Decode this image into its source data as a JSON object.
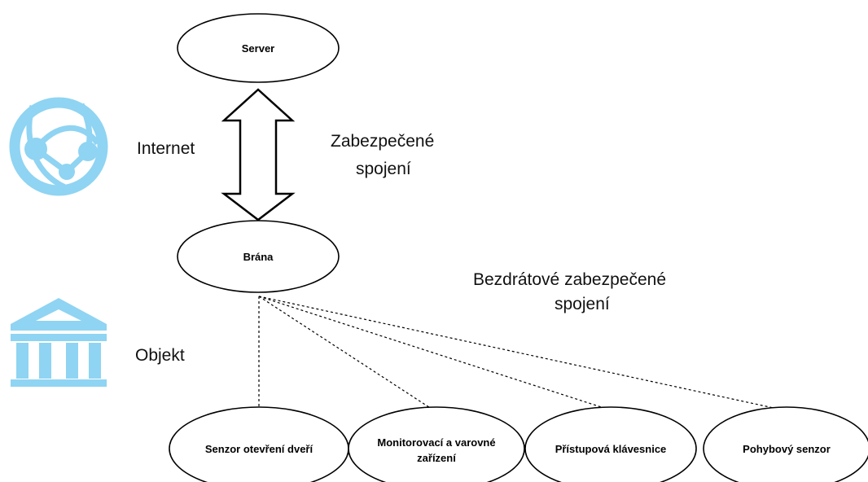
{
  "diagram": {
    "colors": {
      "icon": "#8fd4f2",
      "stroke": "#000000",
      "text": "#111111"
    },
    "icons": {
      "internet": "globe-network-icon",
      "object": "building-icon"
    },
    "side_labels": {
      "internet": "Internet",
      "object": "Objekt"
    },
    "nodes": {
      "server": "Server",
      "gateway": "Brána",
      "sensor_door": "Senzor otevření dveří",
      "warning_device_line1": "Monitorovací a varovné",
      "warning_device_line2": "zařízení",
      "keypad": "Přístupová klávesnice",
      "motion_sensor": "Pohybový senzor"
    },
    "notes": {
      "secure_line1": "Zabezpečené",
      "secure_line2": "spojení",
      "wireless_line1": "Bezdrátové zabezpečené",
      "wireless_line2": "spojení"
    }
  }
}
